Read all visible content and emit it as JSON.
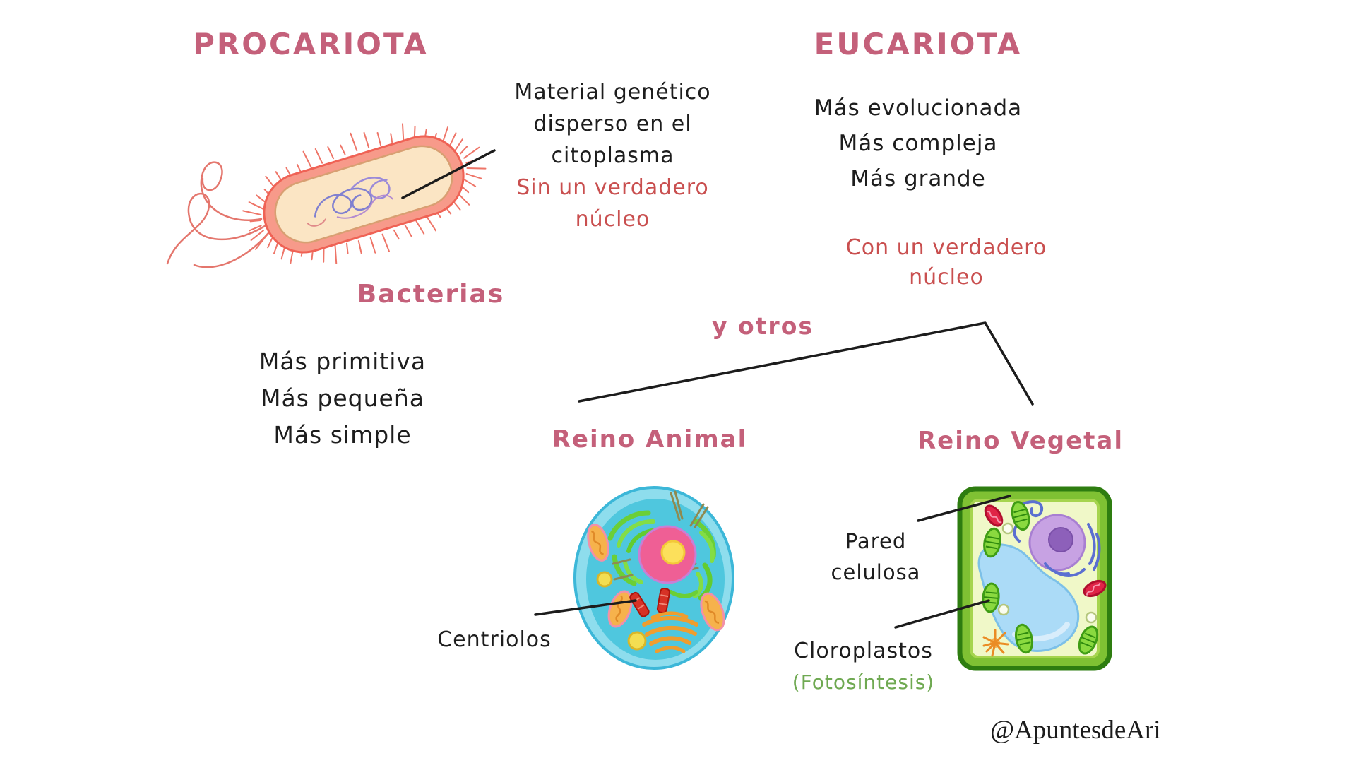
{
  "colors": {
    "heading_pink": "#c4607a",
    "note_red": "#c94f4f",
    "text_black": "#1d1d1d",
    "photosynthesis_green": "#6fa952"
  },
  "procariota": {
    "title": "PROCARIOTA",
    "annotation_black": [
      "Material genético",
      "disperso en el",
      "citoplasma"
    ],
    "annotation_red": [
      "Sin un verdadero",
      "núcleo"
    ],
    "subtitle": "Bacterias",
    "traits": [
      "Más primitiva",
      "Más pequeña",
      "Más simple"
    ]
  },
  "eucariota": {
    "title": "EUCARIOTA",
    "traits": [
      "Más evolucionada",
      "Más compleja",
      "Más grande"
    ],
    "annotation_red": [
      "Con un verdadero",
      "núcleo"
    ],
    "branch_label": "y otros",
    "kingdoms": {
      "animal": {
        "title": "Reino Animal",
        "label_centrioles": "Centriolos"
      },
      "vegetal": {
        "title": "Reino Vegetal",
        "label_wall": [
          "Pared",
          "celulosa"
        ],
        "label_chloroplast": "Cloroplastos",
        "label_photosynthesis": "(Fotosíntesis)"
      }
    }
  },
  "watermark": "@ApuntesdeAri"
}
